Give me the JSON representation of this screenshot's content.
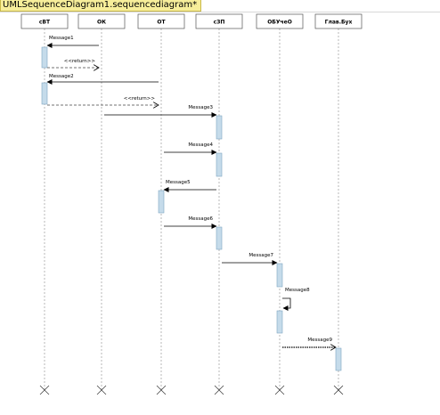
{
  "tab": {
    "title": "UMLSequenceDiagram1.sequencediagram*"
  },
  "colors": {
    "tab_bg": "#f7ee9a",
    "activation_fill": "#c5dbea",
    "activation_stroke": "#7fa6c2",
    "lifeline": "#9a9a9a",
    "participant_bg": "#ffffff"
  },
  "participants": [
    {
      "id": "p1",
      "name": "сВТ"
    },
    {
      "id": "p2",
      "name": "ОК"
    },
    {
      "id": "p3",
      "name": "ОТ"
    },
    {
      "id": "p4",
      "name": "сЗП"
    },
    {
      "id": "p5",
      "name": "ОБУчеО"
    },
    {
      "id": "p6",
      "name": "Глав.Бух"
    }
  ],
  "messages": [
    {
      "label": "Message1",
      "from": "p2",
      "to": "p1",
      "kind": "sync"
    },
    {
      "label": "<<return>>",
      "from": "p1",
      "to": "p2",
      "kind": "return"
    },
    {
      "label": "Message2",
      "from": "p3",
      "to": "p1",
      "kind": "sync"
    },
    {
      "label": "<<return>>",
      "from": "p1",
      "to": "p3",
      "kind": "return"
    },
    {
      "label": "Message3",
      "from": "p2",
      "to": "p4",
      "kind": "sync"
    },
    {
      "label": "Message4",
      "from": "p3",
      "to": "p4",
      "kind": "sync"
    },
    {
      "label": "Message5",
      "from": "p4",
      "to": "p3",
      "kind": "sync"
    },
    {
      "label": "Message6",
      "from": "p3",
      "to": "p4",
      "kind": "sync"
    },
    {
      "label": "Message7",
      "from": "p4",
      "to": "p5",
      "kind": "sync"
    },
    {
      "label": "Message8",
      "from": "p5",
      "to": "p5",
      "kind": "self"
    },
    {
      "label": "Message9",
      "from": "p5",
      "to": "p6",
      "kind": "async"
    }
  ]
}
